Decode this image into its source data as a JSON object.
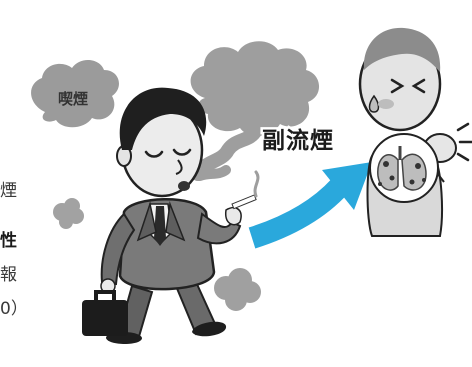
{
  "labels": {
    "mainstream_smoke": "喫煙",
    "secondhand_smoke": "副流煙"
  },
  "left_edge_text": [
    "煙",
    "性",
    "報",
    "0）"
  ],
  "colors": {
    "arrow": "#2aa8dc",
    "smoke": "#9d9d9d",
    "suit": "#7a7a7a",
    "suit_dark": "#5a5a5a",
    "hair": "#1f1f1f",
    "skin": "#e9e9e9"
  }
}
